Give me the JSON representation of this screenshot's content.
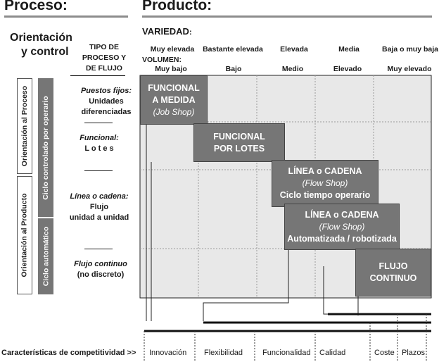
{
  "headers": {
    "proceso": "Proceso:",
    "producto": "Producto:"
  },
  "orientacion": {
    "line1": "Orientación",
    "line2": "y control"
  },
  "tipo_proceso": [
    "TIPO DE",
    "PROCESO Y",
    "DE FLUJO"
  ],
  "variedad_label": "VARIEDAD",
  "variedad_colon": ":",
  "volumen_label": "VOLUMEN:",
  "variedad": [
    "Muy elevada",
    "Bastante elevada",
    "Elevada",
    "Media",
    "Baja o muy baja"
  ],
  "volumen": [
    "Muy bajo",
    "Bajo",
    "Medio",
    "Elevado",
    "Muy elevado"
  ],
  "process_types": [
    {
      "title": "Puestos fijos:",
      "desc1": "Unidades",
      "desc2": "diferenciadas"
    },
    {
      "title": "Funcional:",
      "desc1": "L o t e s",
      "desc2": ""
    },
    {
      "title": "Línea o cadena:",
      "desc1": "Flujo",
      "desc2": "unidad  a unidad"
    },
    {
      "title": "Flujo continuo",
      "desc1": "(no discreto)",
      "desc2": ""
    }
  ],
  "side_labels": {
    "orient_proceso": "Orientación al Proceso",
    "orient_producto": "Orientación al Producto",
    "ciclo_operario": "Ciclo controlado por operario",
    "ciclo_auto": "Ciclo  automático"
  },
  "boxes": [
    {
      "line1": "FUNCIONAL",
      "line2": "A MEDIDA",
      "line3": "(Job Shop)"
    },
    {
      "line1": "FUNCIONAL",
      "line2": "POR  LOTES",
      "line3": ""
    },
    {
      "line1": "LÍNEA  o  CADENA",
      "line2": "(Flow Shop)",
      "line3": "Ciclo tiempo operario"
    },
    {
      "line1": "LÍNEA  o  CADENA",
      "line2": "(Flow Shop)",
      "line3": "Automatizada / robotizada"
    },
    {
      "line1": "FLUJO",
      "line2": "CONTINUO",
      "line3": ""
    }
  ],
  "competitividad": {
    "label": "Características de competitividad >>",
    "items": [
      "Innovación",
      "Flexibilidad",
      "Funcionalidad",
      "Calidad",
      "Coste",
      "Plazos"
    ]
  },
  "colors": {
    "box_fill": "#767676",
    "grid_bg": "#e8e8e8",
    "rule": "#8c8c8c"
  }
}
